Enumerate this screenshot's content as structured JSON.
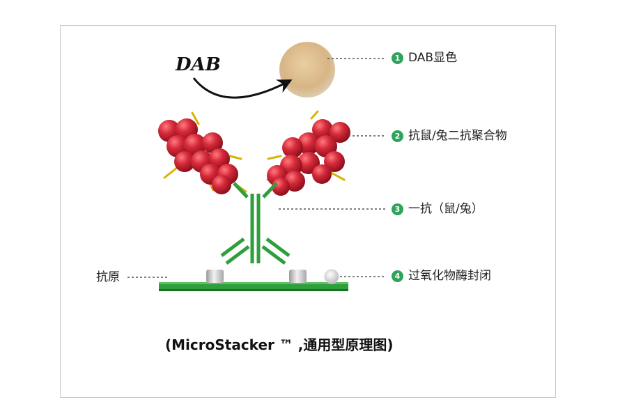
{
  "dab_text": "DAB",
  "labels": {
    "l1": {
      "num": "1",
      "text": "DAB显色"
    },
    "l2": {
      "num": "2",
      "text": "抗鼠/兔二抗聚合物"
    },
    "l3": {
      "num": "3",
      "text": "一抗（鼠/兔）"
    },
    "l4": {
      "num": "4",
      "text": "过氧化物酶封闭"
    },
    "antigen": "抗原"
  },
  "caption": "(MicroStacker ™ ,通用型原理图)",
  "colors": {
    "number_badge": "#2fa35a",
    "polymer_sphere": "#d62a3a",
    "antibody": "#2f9e3c",
    "membrane": "#2f9e3c",
    "dab_blob": "#d9b98a",
    "gold_rods": "#d8b400"
  }
}
